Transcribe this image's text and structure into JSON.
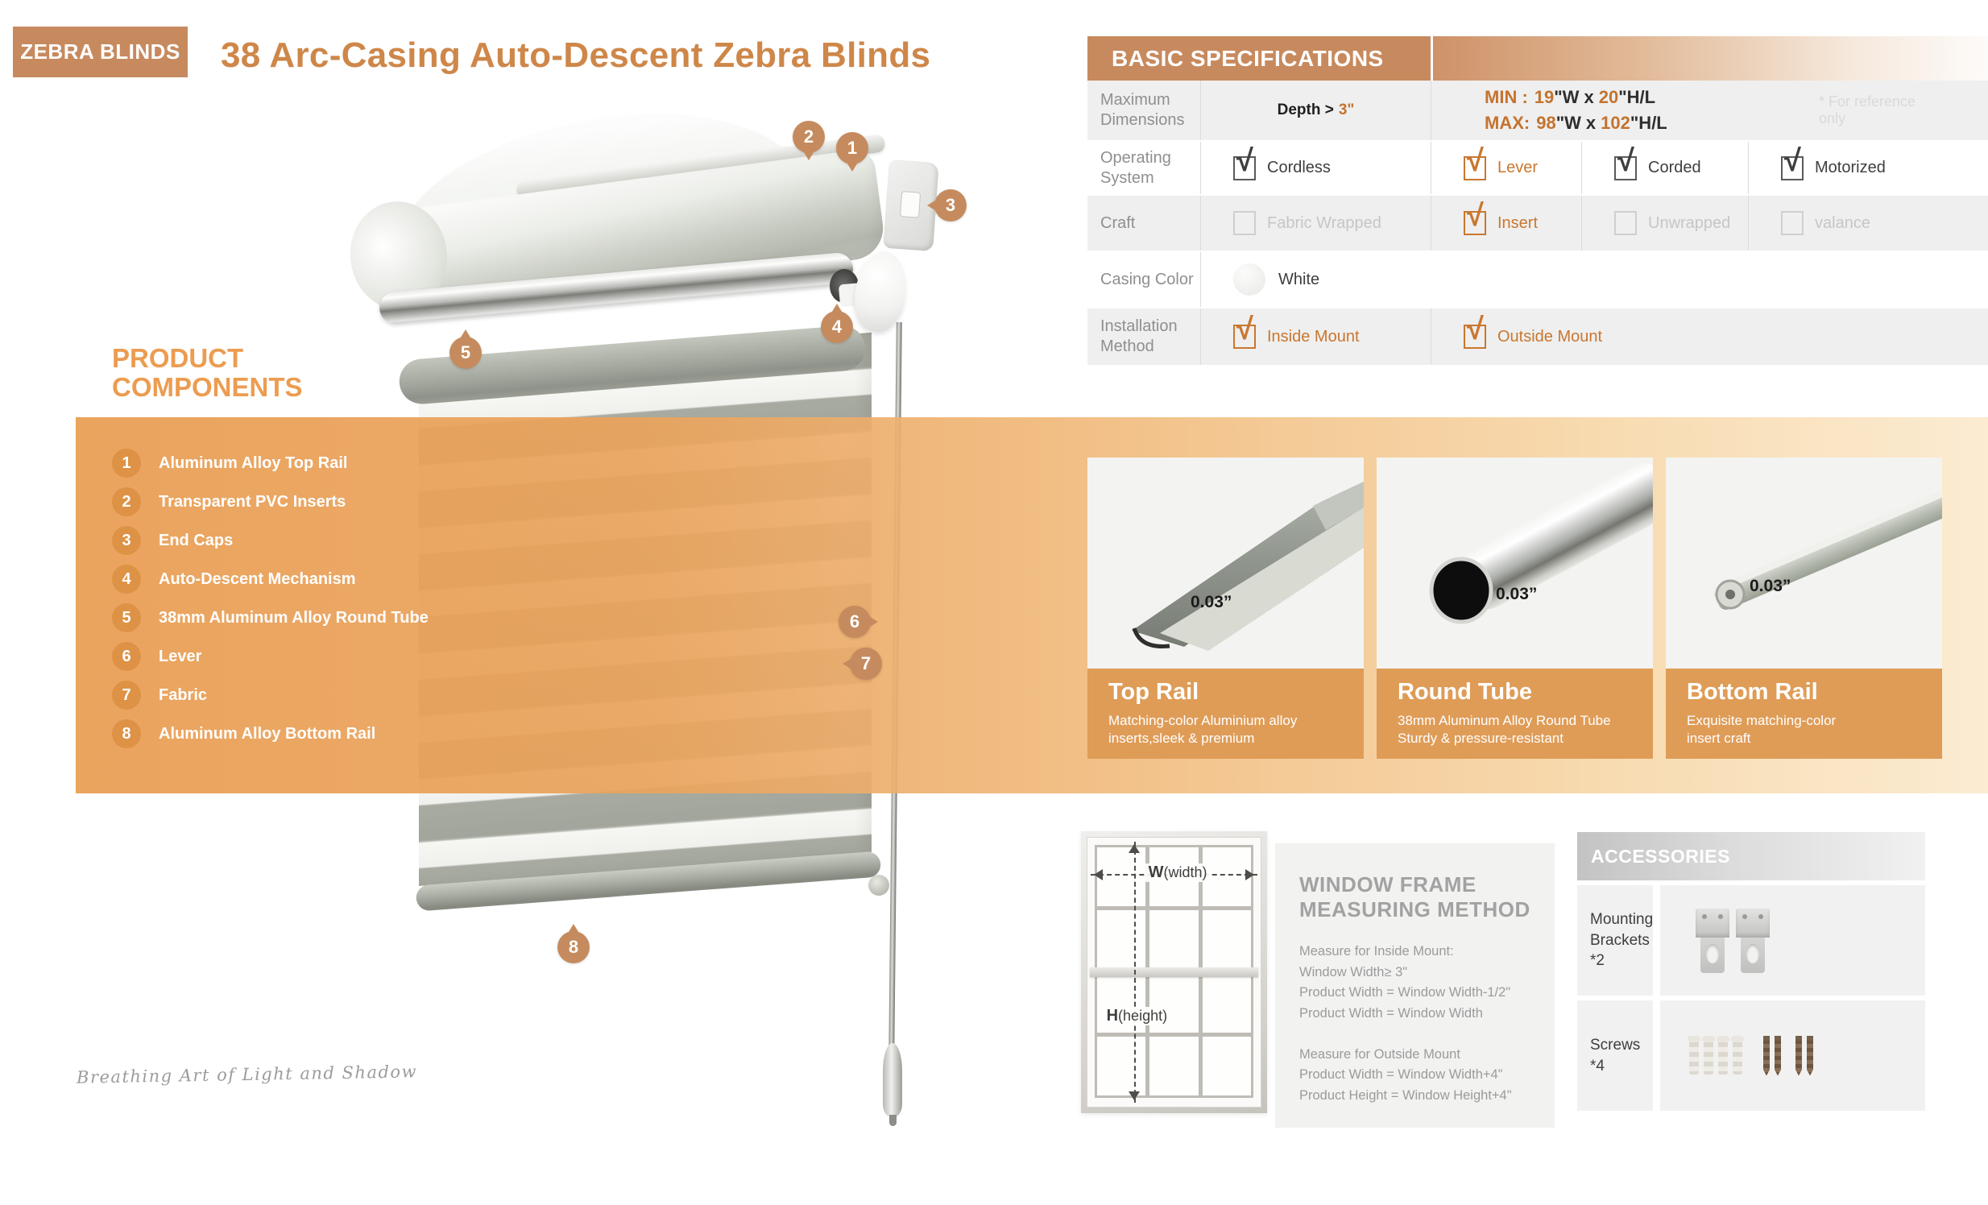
{
  "brand": {
    "badge": "ZEBRA BLINDS",
    "title": "38 Arc-Casing Auto-Descent Zebra Blinds",
    "signature": "Breathing Art of Light and Shadow"
  },
  "palette": {
    "accent_tan": "#C78A5E",
    "accent_orange": "#C9772F",
    "band_orange": "#E99E54",
    "card_orange": "#DF9C57",
    "row_gray": "#EFEFEF",
    "panel_gray": "#F2F2F1"
  },
  "icons": {
    "check": "√"
  },
  "specs": {
    "header": "BASIC SPECIFICATIONS",
    "max_dimensions": {
      "label": "Maximum Dimensions",
      "depth_prefix": "Depth >",
      "depth_value": "3\"",
      "min_label": "MIN :",
      "min_v1": "19",
      "min_u1": "\"W",
      "sep": "x",
      "min_v2": "20",
      "min_u2": "\"H/L",
      "max_label": "MAX:",
      "max_v1": "98",
      "max_u1": "\"W",
      "max_v2": "102",
      "max_u2": "\"H/L",
      "note": "* For reference only"
    },
    "operating_system": {
      "label": "Operating System",
      "options": [
        {
          "label": "Cordless",
          "checked": true,
          "accent": "gray"
        },
        {
          "label": "Lever",
          "checked": true,
          "accent": "orange"
        },
        {
          "label": "Corded",
          "checked": true,
          "accent": "gray"
        },
        {
          "label": "Motorized",
          "checked": true,
          "accent": "gray"
        }
      ]
    },
    "craft": {
      "label": "Craft",
      "options": [
        {
          "label": "Fabric Wrapped",
          "checked": false,
          "accent": "gray"
        },
        {
          "label": "Insert",
          "checked": true,
          "accent": "orange"
        },
        {
          "label": "Unwrapped",
          "checked": false,
          "accent": "gray"
        },
        {
          "label": "valance",
          "checked": false,
          "accent": "gray"
        }
      ]
    },
    "casing_color": {
      "label": "Casing Color",
      "value": "White"
    },
    "installation": {
      "label": "Installation Method",
      "options": [
        {
          "label": "Inside Mount",
          "checked": true,
          "accent": "orange"
        },
        {
          "label": "Outside Mount",
          "checked": true,
          "accent": "orange"
        }
      ]
    }
  },
  "components": {
    "heading": "PRODUCT\nCOMPONENTS",
    "items": [
      {
        "num": "1",
        "label": "Aluminum Alloy Top Rail"
      },
      {
        "num": "2",
        "label": "Transparent PVC Inserts"
      },
      {
        "num": "3",
        "label": "End Caps"
      },
      {
        "num": "4",
        "label": "Auto-Descent Mechanism"
      },
      {
        "num": "5",
        "label": "38mm Aluminum Alloy Round Tube"
      },
      {
        "num": "6",
        "label": "Lever"
      },
      {
        "num": "7",
        "label": "Fabric"
      },
      {
        "num": "8",
        "label": "Aluminum Alloy Bottom Rail"
      }
    ]
  },
  "cards": [
    {
      "title": "Top Rail",
      "desc": "Matching-color Aluminium alloy\ninserts,sleek & premium",
      "size_label": "0.03”"
    },
    {
      "title": "Round Tube",
      "desc": "38mm Aluminum Alloy Round Tube\nSturdy & pressure-resistant",
      "size_label": "0.03”"
    },
    {
      "title": "Bottom Rail",
      "desc": "Exquisite matching-color\ninsert craft",
      "size_label": "0.03”"
    }
  ],
  "measuring": {
    "heading": "WINDOW FRAME\nMEASURING METHOD",
    "inside": "Measure for Inside Mount:\nWindow Width≥  3\"\nProduct Width = Window Width-1/2\"\nProduct Width = Window Width",
    "outside": "Measure for Outside Mount\nProduct Width = Window Width+4\"\nProduct Height = Window Height+4\"",
    "window": {
      "w_bold": "W",
      "w_rest": "(width)",
      "h_bold": "H",
      "h_rest": "(height)"
    }
  },
  "accessories": {
    "header": "ACCESSORIES",
    "rows": [
      {
        "label": "Mounting\nBrackets\n*2"
      },
      {
        "label": "Screws\n*4"
      }
    ]
  }
}
